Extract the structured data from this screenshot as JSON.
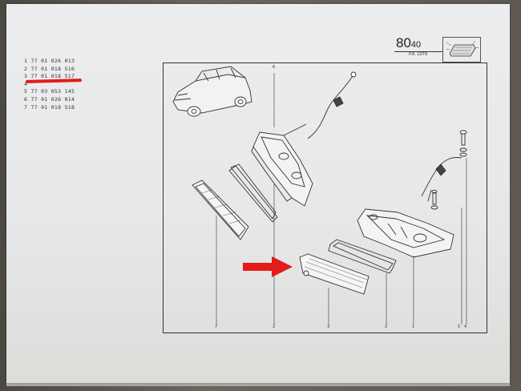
{
  "header": {
    "section_major": "80",
    "section_minor": "40",
    "pr_ref": "P.R. 1079"
  },
  "parts_list": [
    {
      "ref": "1",
      "number": "77 01 026 013"
    },
    {
      "ref": "2",
      "number": "77 01 018 516"
    },
    {
      "ref": "3",
      "number": "77 01 018 517"
    },
    {
      "ref": "4",
      "number": ""
    },
    {
      "ref": "5",
      "number": "77 03 053 145"
    },
    {
      "ref": "6",
      "number": "77 01 026 014"
    },
    {
      "ref": "7",
      "number": "77 01 018 518"
    }
  ],
  "callouts": {
    "top": "6",
    "bottom": [
      "7",
      "2",
      "3",
      "2",
      "1",
      "5",
      "4"
    ]
  },
  "colors": {
    "highlight": "#e41b1b",
    "arrow": "#e41b1b",
    "ink": "#333333",
    "paper": "#e9eaec"
  },
  "icons": {
    "pointer_arrow": "red-arrow-icon",
    "header_thumbnail": "side-lamp-thumbnail-icon"
  }
}
